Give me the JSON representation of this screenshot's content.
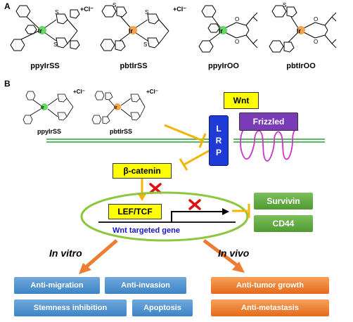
{
  "panel_a": {
    "letter": "A",
    "compounds": [
      {
        "name": "ppyIrSS",
        "charge": "+Cl⁻",
        "metal_color": "#4fd04a"
      },
      {
        "name": "pbtIrSS",
        "charge": "+Cl⁻",
        "metal_color": "#f39a3b"
      },
      {
        "name": "ppyIrOO",
        "charge": "",
        "metal_color": "#4fd04a"
      },
      {
        "name": "pbtIrOO",
        "charge": "",
        "metal_color": "#f39a3b"
      }
    ],
    "metal": "Ir"
  },
  "panel_b": {
    "letter": "B",
    "compounds": [
      {
        "name": "ppyIrSS",
        "charge": "+Cl⁻"
      },
      {
        "name": "pbtIrSS",
        "charge": "+Cl⁻"
      }
    ],
    "wnt": "Wnt",
    "frizzled": "Frizzled",
    "lrp_letters": [
      "L",
      "R",
      "P"
    ],
    "beta_catenin": "β-catenin",
    "lef_tcf": "LEF/TCF",
    "gene_label": "Wnt targeted gene",
    "targets": [
      "Survivin",
      "CD44"
    ],
    "in_vitro": "In vitro",
    "in_vivo": "In vivo",
    "in_vitro_effects": [
      "Anti-migration",
      "Anti-invasion",
      "Stemness inhibition",
      "Apoptosis"
    ],
    "in_vivo_effects": [
      "Anti-tumor growth",
      "Anti-metastasis"
    ]
  },
  "colors": {
    "membrane": "#2e9e3a",
    "inhibit": "#f5b400",
    "block_x": "#e01010",
    "frizzled_coil": "#cc33cc",
    "nucleus": "#8dc63f",
    "arrow_orange": "#ed7d31"
  }
}
